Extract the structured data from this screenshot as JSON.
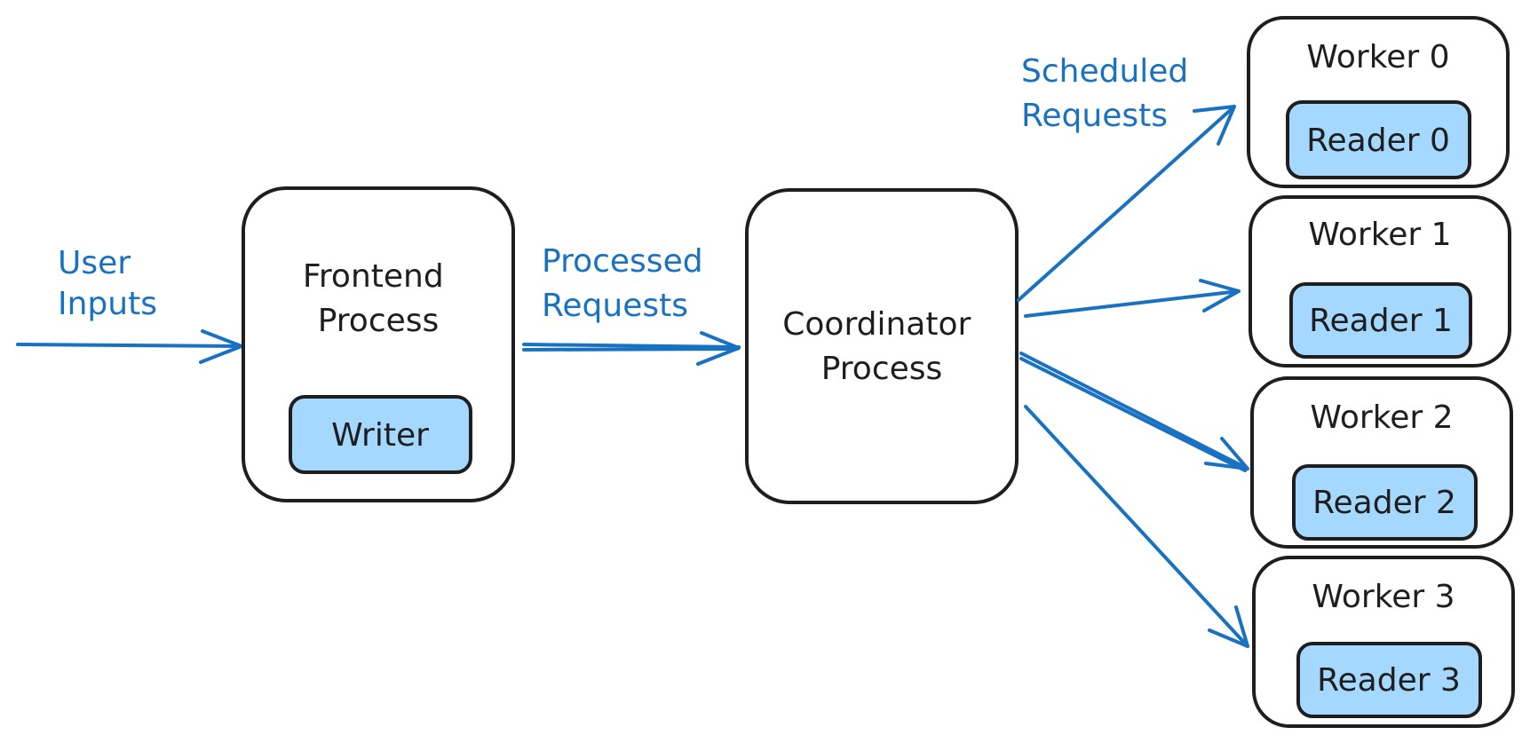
{
  "colors": {
    "stroke": "#1e1e1e",
    "accent": "#1971c2",
    "fill_light_blue": "#a5d8ff",
    "background": "#ffffff"
  },
  "edge_labels": {
    "user_inputs": [
      "User",
      "Inputs"
    ],
    "processed_requests": [
      "Processed",
      "Requests"
    ],
    "scheduled_requests": [
      "Scheduled",
      "Requests"
    ]
  },
  "frontend": {
    "title": [
      "Frontend",
      "Process"
    ],
    "writer": "Writer"
  },
  "coordinator": {
    "title": [
      "Coordinator",
      "Process"
    ]
  },
  "workers": [
    {
      "name": "Worker 0",
      "reader": "Reader 0"
    },
    {
      "name": "Worker 1",
      "reader": "Reader 1"
    },
    {
      "name": "Worker 2",
      "reader": "Reader 2"
    },
    {
      "name": "Worker 3",
      "reader": "Reader 3"
    }
  ]
}
